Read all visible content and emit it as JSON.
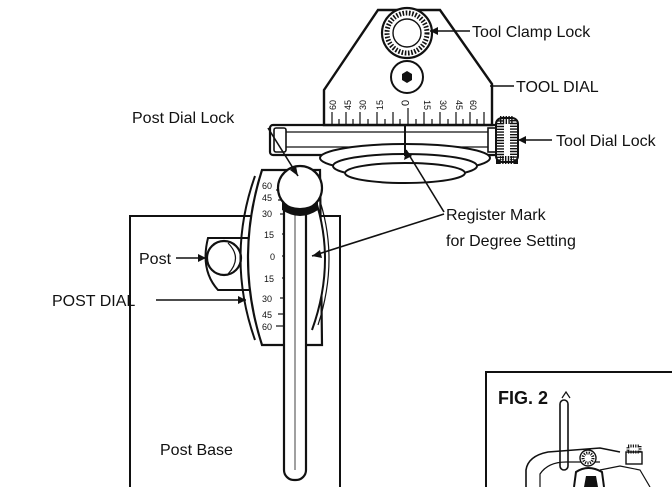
{
  "labels": {
    "tool_clamp_lock": "Tool Clamp Lock",
    "tool_dial": "TOOL DIAL",
    "tool_dial_lock": "Tool Dial Lock",
    "post_dial_lock": "Post Dial Lock",
    "register_mark_line1": "Register Mark",
    "register_mark_line2": "for Degree Setting",
    "post": "Post",
    "post_dial": "POST DIAL",
    "post_base": "Post Base",
    "fig_label": "FIG. 2"
  },
  "tool_dial_scale": [
    "60",
    "45",
    "30",
    "15",
    "0",
    "15",
    "30",
    "45",
    "60"
  ],
  "post_dial_scale": [
    "60",
    "45",
    "30",
    "15",
    "0",
    "15",
    "30",
    "45",
    "60"
  ]
}
